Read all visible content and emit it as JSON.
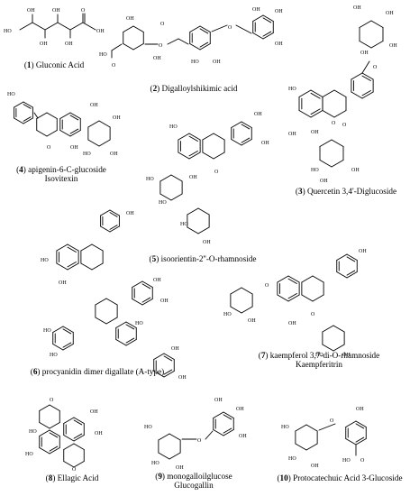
{
  "compounds": [
    {
      "number": "1",
      "name": "Gluconic Acid",
      "name2": ""
    },
    {
      "number": "2",
      "name": "Digalloylshikimic acid",
      "name2": ""
    },
    {
      "number": "3",
      "name": "Quercetin 3,4'-Diglucoside",
      "name2": ""
    },
    {
      "number": "4",
      "name": "apigenin-6-C-glucoside",
      "name2": "Isovitexin"
    },
    {
      "number": "5",
      "name": "isoorientin-2''-O-rhamnoside",
      "name2": ""
    },
    {
      "number": "6",
      "name": "procyanidin dimer digallate (A-type)",
      "name2": ""
    },
    {
      "number": "7",
      "name": "kaempferol 3,7-di-O-rhamnoside",
      "name2": "Kaempferitrin"
    },
    {
      "number": "8",
      "name": "Ellagic Acid",
      "name2": ""
    },
    {
      "number": "9",
      "name": "monogalloilglucose",
      "name2": "Glucogallin"
    },
    {
      "number": "10",
      "name": "Protocatechuic Acid 3-Glucoside",
      "name2": ""
    }
  ],
  "atom_labels": {
    "oh": "OH",
    "ho": "HO",
    "o": "O",
    "oh_short": "OH"
  },
  "colors": {
    "line": "#000000",
    "background": "#ffffff"
  }
}
